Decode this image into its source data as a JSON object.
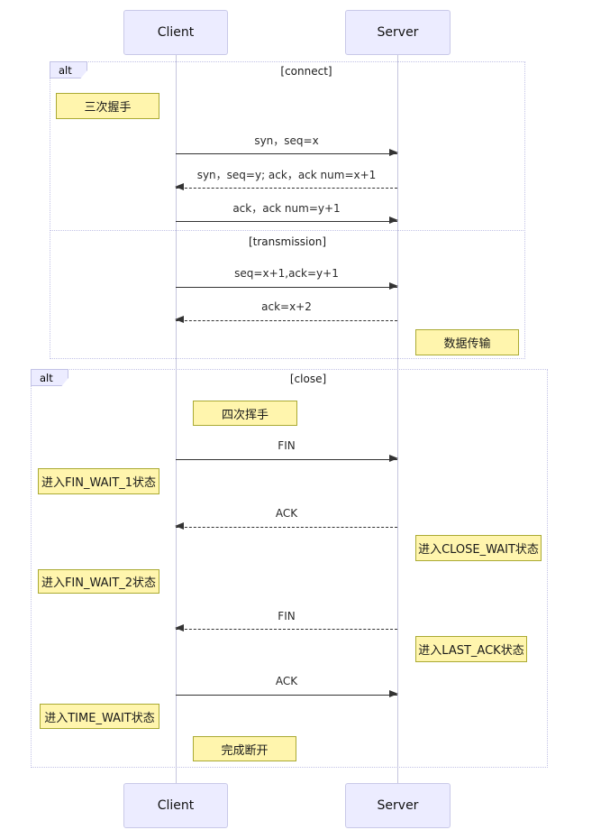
{
  "diagram": {
    "type": "sequence-diagram",
    "actors": {
      "client": {
        "label": "Client"
      },
      "server": {
        "label": "Server"
      }
    },
    "frames": [
      {
        "label": "alt",
        "sections": [
          {
            "title": "[connect]"
          },
          {
            "title": "[transmission]"
          }
        ]
      },
      {
        "label": "alt",
        "sections": [
          {
            "title": "[close]"
          }
        ]
      }
    ],
    "messages": [
      {
        "text": "syn，seq=x",
        "from": "client",
        "to": "server",
        "line": "solid"
      },
      {
        "text": "syn，seq=y; ack，ack num=x+1",
        "from": "server",
        "to": "client",
        "line": "dashed"
      },
      {
        "text": "ack，ack num=y+1",
        "from": "client",
        "to": "server",
        "line": "solid"
      },
      {
        "text": "seq=x+1,ack=y+1",
        "from": "client",
        "to": "server",
        "line": "solid"
      },
      {
        "text": "ack=x+2",
        "from": "server",
        "to": "client",
        "line": "dashed"
      },
      {
        "text": "FIN",
        "from": "client",
        "to": "server",
        "line": "solid"
      },
      {
        "text": "ACK",
        "from": "server",
        "to": "client",
        "line": "dashed"
      },
      {
        "text": "FIN",
        "from": "server",
        "to": "client",
        "line": "dashed"
      },
      {
        "text": "ACK",
        "from": "client",
        "to": "server",
        "line": "solid"
      }
    ],
    "notes": [
      {
        "text": "三次握手",
        "position": "left of Client"
      },
      {
        "text": "数据传输",
        "position": "right of Server"
      },
      {
        "text": "四次挥手",
        "position": "over Client"
      },
      {
        "text": "进入FIN_WAIT_1状态",
        "position": "left of Client"
      },
      {
        "text": "进入CLOSE_WAIT状态",
        "position": "right of Server"
      },
      {
        "text": "进入FIN_WAIT_2状态",
        "position": "left of Client"
      },
      {
        "text": "进入LAST_ACK状态",
        "position": "right of Server"
      },
      {
        "text": "进入TIME_WAIT状态",
        "position": "left of Client"
      },
      {
        "text": "完成断开",
        "position": "over Client"
      }
    ],
    "colors": {
      "actor_fill": "#ECECFF",
      "actor_border": "#C9C9E8",
      "note_fill": "#FFF5AD",
      "note_border": "#AAAA33",
      "frame_border": "#C2C2E6",
      "lifeline": "#C5C5DE",
      "arrow": "#333333",
      "background": "#FFFFFF"
    }
  }
}
